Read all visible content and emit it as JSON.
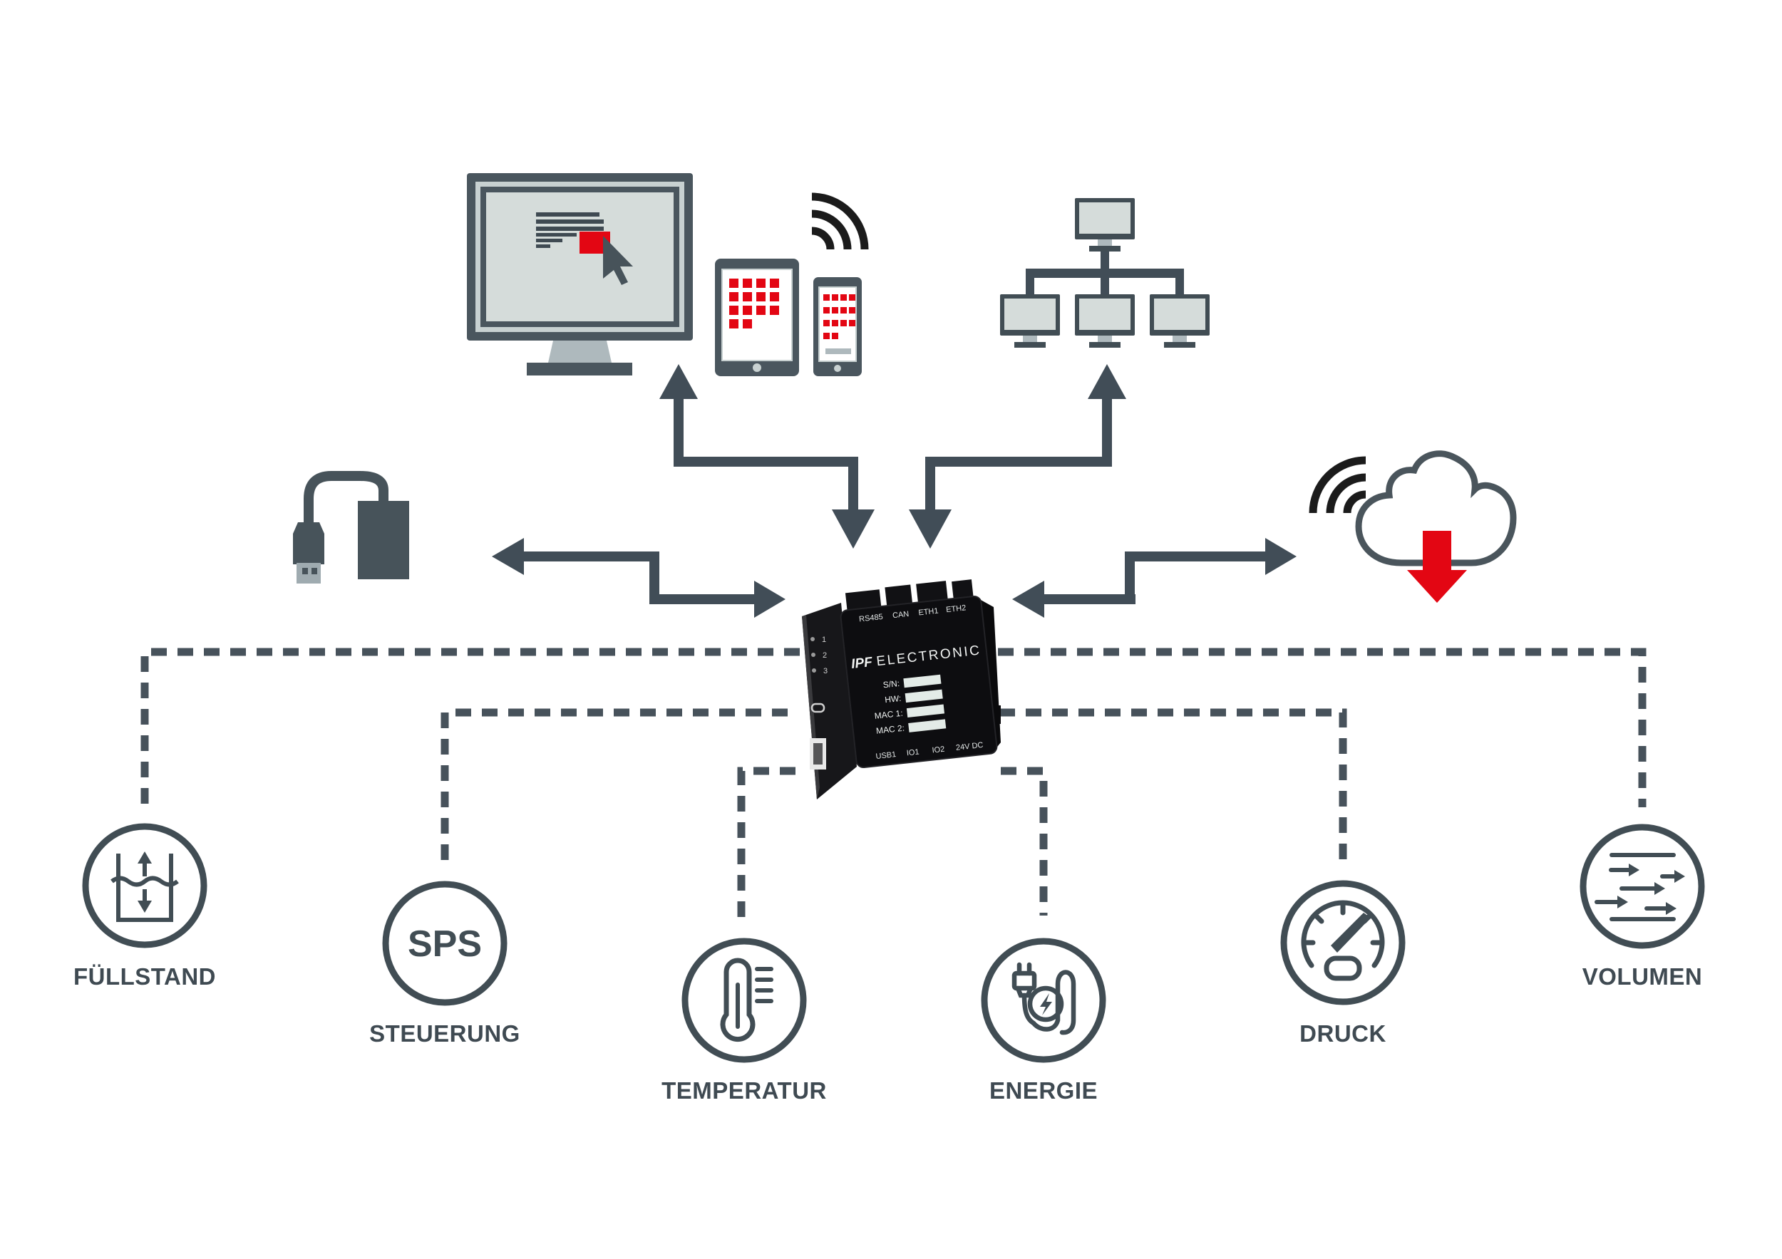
{
  "colors": {
    "accent_red": "#E30613",
    "slate": "#414D57",
    "slate_text": "#3F4A52",
    "screen_gray": "#D5DCDA",
    "frame_gray": "#4A565E",
    "wifi_black": "#1B1B1B",
    "device_black": "#0D0D10"
  },
  "device": {
    "brand_bold": "IPF",
    "brand_rest": "ELECTRONIC",
    "top_ports": [
      "RS485",
      "CAN",
      "ETH1",
      "ETH2"
    ],
    "bottom_ports": [
      "USB1",
      "IO1",
      "IO2",
      "24V DC"
    ],
    "info_labels": [
      "S/N:",
      "HW:",
      "MAC 1:",
      "MAC 2:"
    ],
    "side_leds": [
      "1",
      "2",
      "3"
    ]
  },
  "sensors": [
    {
      "label": "FÜLLSTAND",
      "icon": "fill-level-icon"
    },
    {
      "label": "STEUERUNG",
      "icon": "sps-icon",
      "badge": "SPS"
    },
    {
      "label": "TEMPERATUR",
      "icon": "thermometer-icon"
    },
    {
      "label": "ENERGIE",
      "icon": "energy-plug-icon"
    },
    {
      "label": "DRUCK",
      "icon": "pressure-gauge-icon"
    },
    {
      "label": "VOLUMEN",
      "icon": "flow-arrows-icon"
    }
  ],
  "peripherals": {
    "top_left": [
      "desktop-monitor",
      "tablet",
      "smartphone",
      "wifi-signal"
    ],
    "top_right": [
      "network-tree"
    ],
    "left": [
      "usb-storage-drive"
    ],
    "right": [
      "cloud-download",
      "wifi-signal"
    ]
  }
}
